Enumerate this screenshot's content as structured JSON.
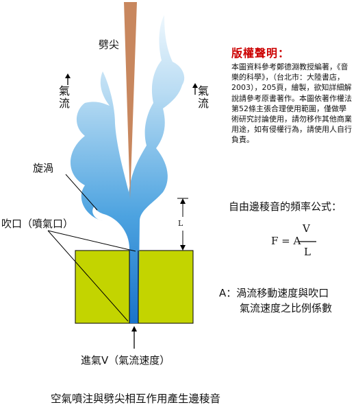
{
  "labels": {
    "wedge": "劈尖",
    "air_flow_vertical": "氣流",
    "vortex": "旋渦",
    "nozzle": "吹口（噴氣口）",
    "inlet": "進氣V（氣流速度）",
    "length": "L"
  },
  "copyright": {
    "title": "版權聲明：",
    "body": "本圖資料參考鄭德淵教授編著，《音樂的科學》，（台北市：大陸書店，2003），205頁，繪製，欲知詳細解說請參考原書著作。本圖依著作權法第52條主張合理使用範圍，僅做學術研究討論使用，請勿移作其他商業用途，如有侵權行為，請使用人自行負責。"
  },
  "formula": {
    "title": "自由邊稜音的頻率公式：",
    "lhs": "F = A",
    "numerator": "V",
    "denominator": "L"
  },
  "description": {
    "line1": "A：渦流移動速度與吹口",
    "line2": "氣流速度之比例係數"
  },
  "caption": "空氣噴注與劈尖相互作用產生邊稜音",
  "colors": {
    "block": "#c3d400",
    "wedge": "#c8875e",
    "jet_dark": "#1a73c9",
    "jet_light": "#e4f2fb",
    "title_red": "#cc0000"
  }
}
